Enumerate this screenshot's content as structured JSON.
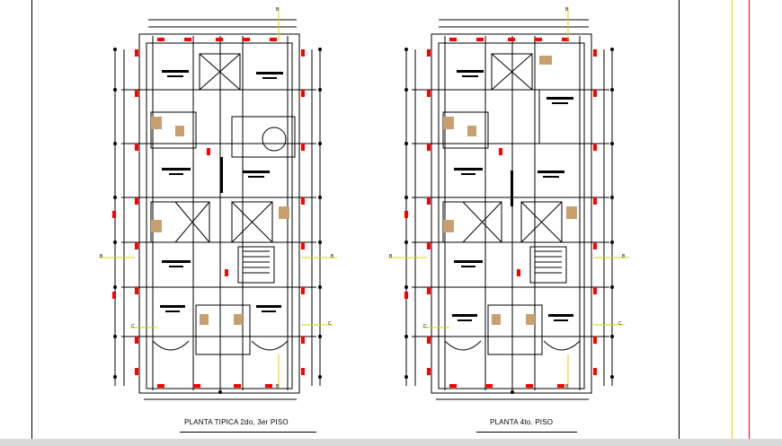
{
  "drawing": {
    "plan_left": {
      "title": "PLANTA TIPICA 2do, 3er  PISO"
    },
    "plan_right": {
      "title": "PLANTA  4to. PISO"
    },
    "section_markers": {
      "b": "B",
      "c": "C"
    }
  },
  "colors": {
    "line": "#000000",
    "column_marks": "#ff0000",
    "grid_axis": "#d4d400",
    "frame_red": "#ff0000",
    "frame_yellow": "#d8d800",
    "furniture_tan": "#c8a070"
  }
}
